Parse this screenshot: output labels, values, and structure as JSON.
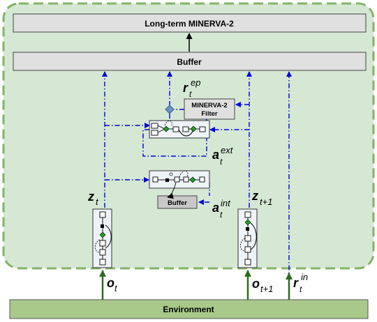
{
  "boxes": {
    "long_term": "Long-term MINERVA-2",
    "buffer_top": "Buffer",
    "filter_line1": "MINERVA-2",
    "filter_line2": "Filter",
    "buffer_small": "Buffer",
    "environment": "Environment"
  },
  "symbols": {
    "r_main": "r",
    "r_sub": "t",
    "r_sup": "ep",
    "a_ext_main": "a",
    "a_ext_sub": "t",
    "a_ext_sup": "ext",
    "a_int_main": "a",
    "a_int_sub": "t",
    "a_int_sup": "int",
    "z_t_main": "z",
    "z_t_sub": "t",
    "z_t1_main": "z",
    "z_t1_sub": "t+1",
    "o_t_main": "o",
    "o_t_sub": "t",
    "o_t1_main": "o",
    "o_t1_sub": "t+1",
    "r_in_main": "r",
    "r_in_sub": "t",
    "r_in_sup": "in"
  },
  "colors": {
    "region_fill": "#d5e8d4",
    "region_border": "#82b366",
    "box_fill": "#e0e0e0",
    "env_fill": "#a9c98a",
    "blue_arrow": "#0000dd",
    "green_arrow": "#2d6a1f",
    "network_fill": "#eef3f8",
    "node_green": "#1ea01e"
  }
}
